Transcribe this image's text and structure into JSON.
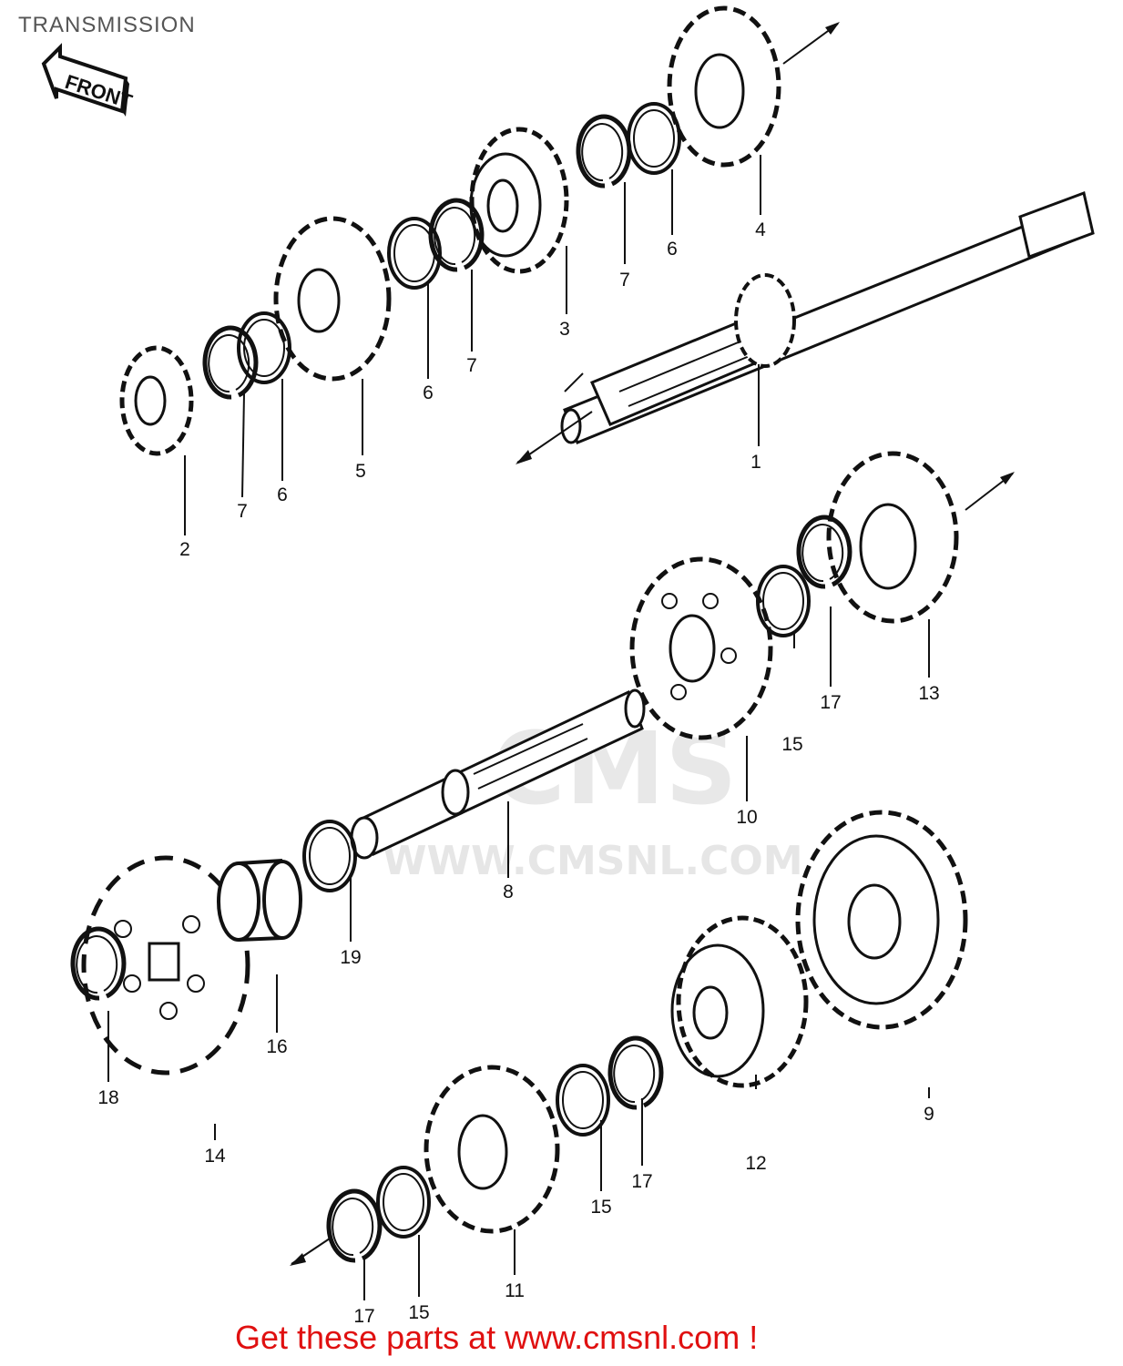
{
  "title": "TRANSMISSION",
  "front_label": "FRONT",
  "watermark": {
    "brand": "CMS",
    "url": "WWW.CMSNL.COM"
  },
  "footer": "Get these parts at www.cmsnl.com !",
  "callouts": {
    "c1": "1",
    "c2": "2",
    "c3": "3",
    "c4": "4",
    "c5": "5",
    "c6a": "6",
    "c6b": "6",
    "c6c": "6",
    "c7a": "7",
    "c7b": "7",
    "c7c": "7",
    "c8": "8",
    "c9": "9",
    "c10": "10",
    "c11": "11",
    "c12": "12",
    "c13": "13",
    "c14": "14",
    "c15a": "15",
    "c15b": "15",
    "c15c": "15",
    "c16": "16",
    "c17a": "17",
    "c17b": "17",
    "c17c": "17",
    "c18": "18",
    "c19": "19"
  }
}
